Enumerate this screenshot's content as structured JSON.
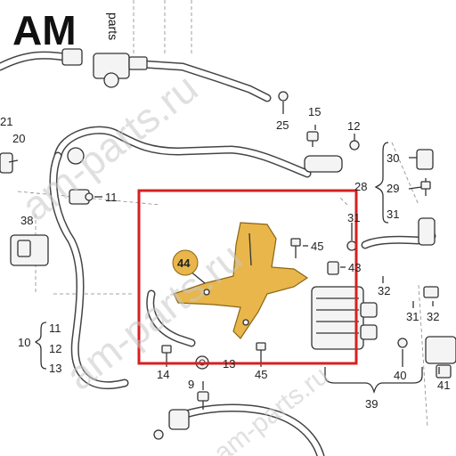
{
  "logo": {
    "text": "AM",
    "suffix": "parts",
    "color_dark": "#111111",
    "color_accent": "#1a5ab8"
  },
  "watermark": {
    "lines": [
      "am-parts.ru",
      "am-parts.ru",
      "am-parts.ru"
    ]
  },
  "highlight": {
    "frame_color": "#d62020",
    "part_color": "#e8b64a"
  },
  "callouts": {
    "c9": "9",
    "c10": "10",
    "c11a": "11",
    "c11b": "11",
    "c12a": "12",
    "c12b": "12",
    "c13a": "13",
    "c13b": "13",
    "c14": "14",
    "c15": "15",
    "c20": "20",
    "c21": "21",
    "c25": "25",
    "c28": "28",
    "c29": "29",
    "c30": "30",
    "c31a": "31",
    "c31b": "31",
    "c31c": "31",
    "c32a": "32",
    "c32b": "32",
    "c38": "38",
    "c39": "39",
    "c40": "40",
    "c41": "41",
    "c43": "43",
    "c44": "44",
    "c45a": "45",
    "c45b": "45"
  }
}
